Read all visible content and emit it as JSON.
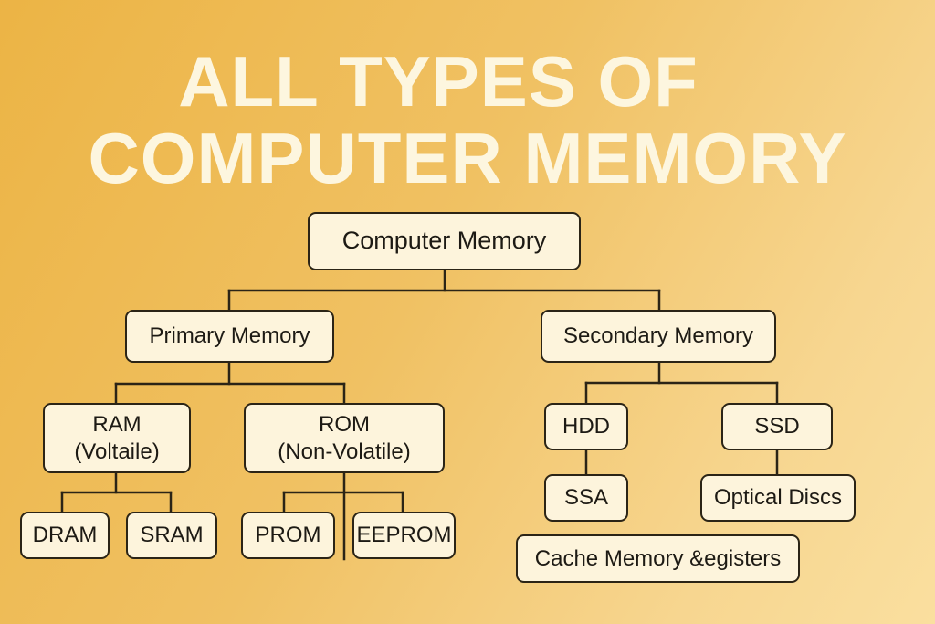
{
  "title": {
    "line1": "ALL TYPES OF",
    "line2": "COMPUTER MEMORY"
  },
  "nodes": {
    "root": "Computer Memory",
    "primary": "Primary Memory",
    "secondary": "Secondary Memory",
    "ram": {
      "line1": "RAM",
      "line2": "(Voltaile)"
    },
    "rom": {
      "line1": "ROM",
      "line2": "(Non-Volatile)"
    },
    "dram": "DRAM",
    "sram": "SRAM",
    "prom": "PROM",
    "eeprom": "EEPROM",
    "hdd": "HDD",
    "ssd": "SSD",
    "ssa": "SSA",
    "optical": "Optical Discs",
    "cache": "Cache Memory &egisters"
  },
  "colors": {
    "background_start": "#ecb445",
    "background_end": "#fadf9f",
    "title": "#fdf6df",
    "node_fill": "#fdf4dc",
    "node_border": "#2b2416",
    "connector": "#2b2416"
  }
}
